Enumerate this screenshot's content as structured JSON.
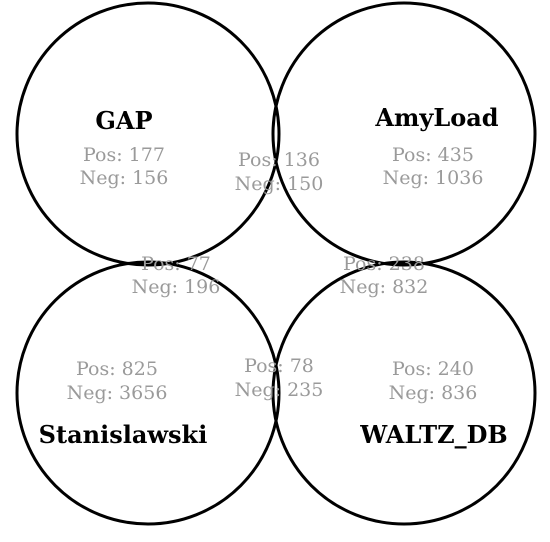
{
  "colors": {
    "stroke": "#000000",
    "label": "#000000",
    "count": "#9a9a9a",
    "background": "#ffffff"
  },
  "sets": {
    "gap": {
      "name": "GAP",
      "pos": "Pos: 177",
      "neg": "Neg: 156"
    },
    "amyload": {
      "name": "AmyLoad",
      "pos": "Pos: 435",
      "neg": "Neg: 1036"
    },
    "stanislawski": {
      "name": "Stanislawski",
      "pos": "Pos: 825",
      "neg": "Neg: 3656"
    },
    "waltz_db": {
      "name": "WALTZ_DB",
      "pos": "Pos: 240",
      "neg": "Neg: 836"
    }
  },
  "overlaps": {
    "gap_amyload": {
      "pos": "Pos: 136",
      "neg": "Neg: 150"
    },
    "gap_stanislawski": {
      "pos": "Pos: 77",
      "neg": "Neg: 196"
    },
    "amyload_waltz_db": {
      "pos": "Pos: 238",
      "neg": "Neg: 832"
    },
    "stanislawski_waltz_db": {
      "pos": "Pos: 78",
      "neg": "Neg: 235"
    }
  }
}
